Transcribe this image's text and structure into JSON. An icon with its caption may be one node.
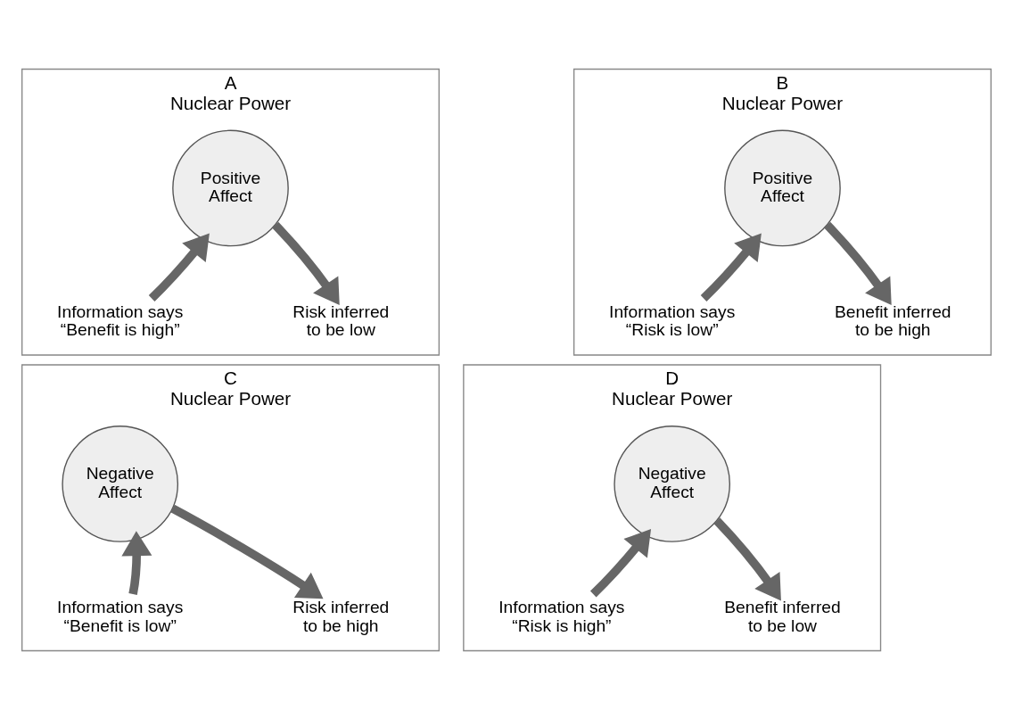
{
  "diagram": {
    "nodes": [
      {
        "text": [
          "A",
          "Nuclear Power"
        ]
      },
      {
        "text": [
          "Positive Affect"
        ],
        "in": 0
      },
      {
        "text": [
          "Information says “Benefit is high”"
        ],
        "in": 0
      },
      {
        "text": [
          "Risk inferred to be low"
        ],
        "in": 0
      },
      {
        "text": [
          "B",
          "Nuclear Power"
        ]
      },
      {
        "text": [
          "Positive Affect"
        ],
        "in": 4
      },
      {
        "text": [
          "Information says “Risk is low”"
        ],
        "in": 4
      },
      {
        "text": [
          "Benefit inferred to be high"
        ],
        "in": 4
      },
      {
        "text": [
          "C",
          "Nuclear Power"
        ]
      },
      {
        "text": [
          "Negative Affect"
        ],
        "in": 8
      },
      {
        "text": [
          "Information says “Benefit is low”"
        ],
        "in": 8
      },
      {
        "text": [
          "Risk inferred to be high"
        ],
        "in": 8
      },
      {
        "text": [
          "D",
          "Nuclear Power"
        ]
      },
      {
        "text": [
          "Negative Affect"
        ],
        "in": 12
      },
      {
        "text": [
          "Information says “Risk is high”"
        ],
        "in": 12
      },
      {
        "text": [
          "Benefit inferred to be low"
        ],
        "in": 12
      }
    ],
    "edges": [
      {
        "from": 2,
        "to": 1,
        "arrow": "to"
      },
      {
        "from": 1,
        "to": 3,
        "arrow": "to"
      },
      {
        "from": 6,
        "to": 5,
        "arrow": "to"
      },
      {
        "from": 5,
        "to": 7,
        "arrow": "to"
      },
      {
        "from": 10,
        "to": 9,
        "arrow": "to"
      },
      {
        "from": 9,
        "to": 11,
        "arrow": "to"
      },
      {
        "from": 14,
        "to": 13,
        "arrow": "to"
      },
      {
        "from": 13,
        "to": 15,
        "arrow": "to"
      }
    ]
  }
}
